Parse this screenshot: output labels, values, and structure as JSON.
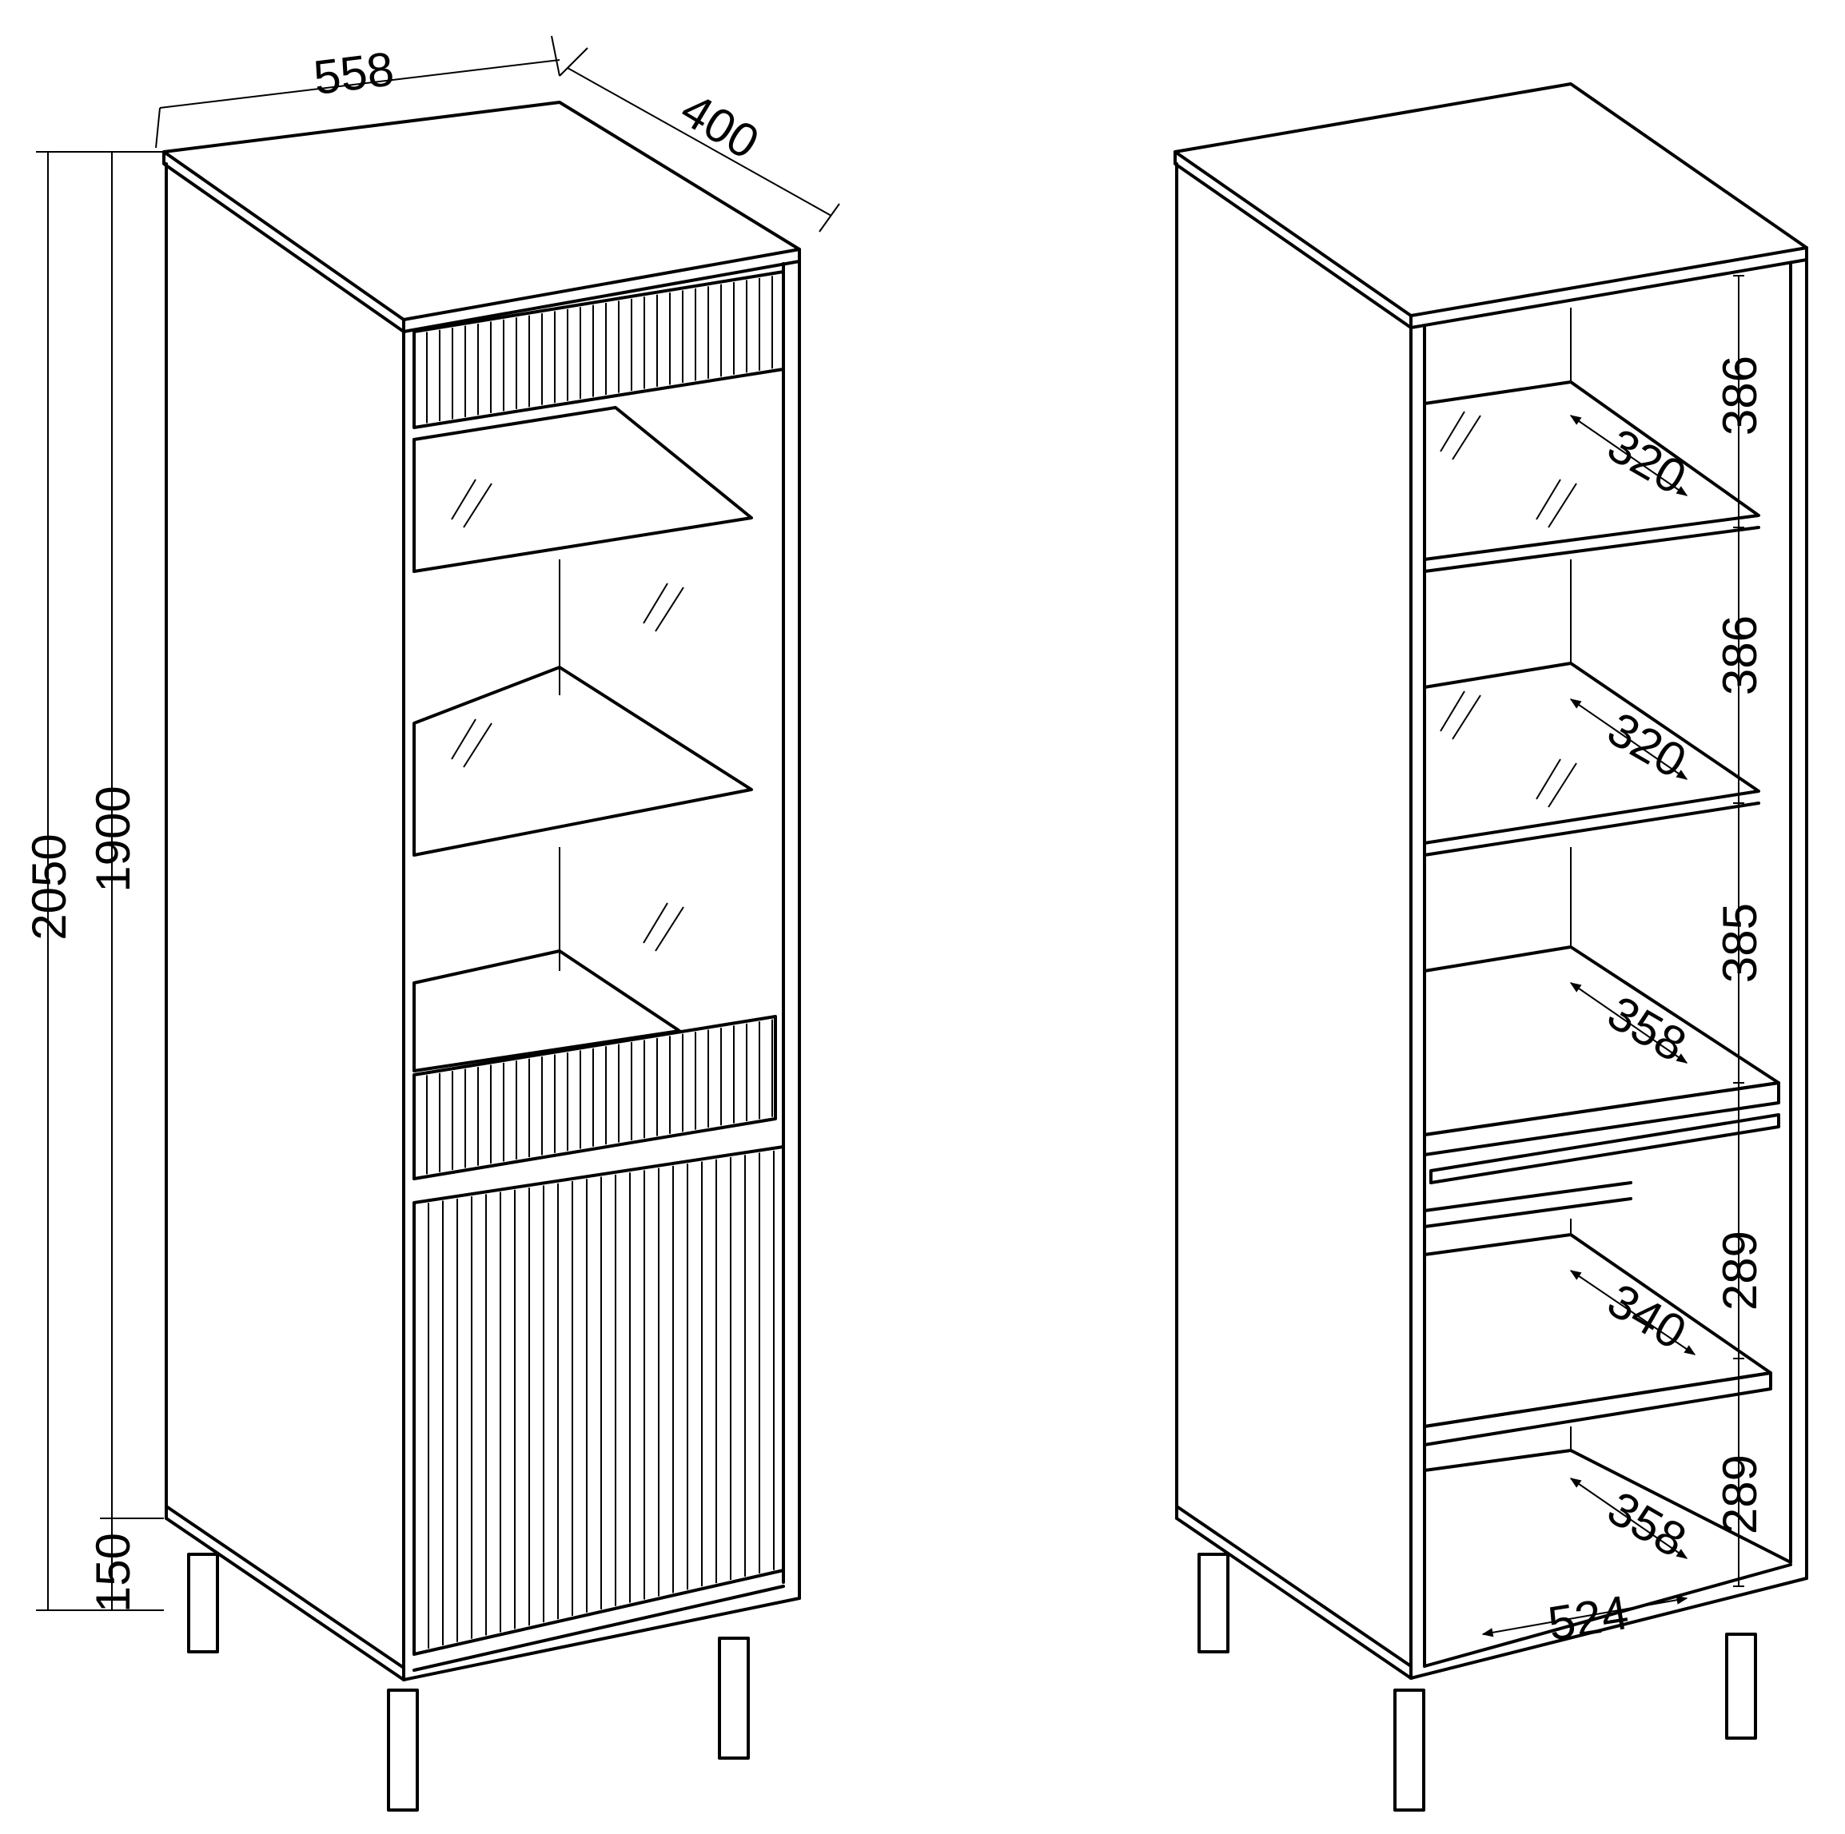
{
  "colors": {
    "line": "#000000",
    "background": "#ffffff"
  },
  "left_cabinet": {
    "width": "558",
    "depth": "400",
    "total_height": "2050",
    "body_height": "1900",
    "leg_height": "150"
  },
  "right_cabinet": {
    "compartment_heights": [
      "386",
      "386",
      "385",
      "289",
      "289"
    ],
    "shelf_depths": [
      "320",
      "320",
      "358",
      "340",
      "358"
    ],
    "inner_width": "524"
  }
}
